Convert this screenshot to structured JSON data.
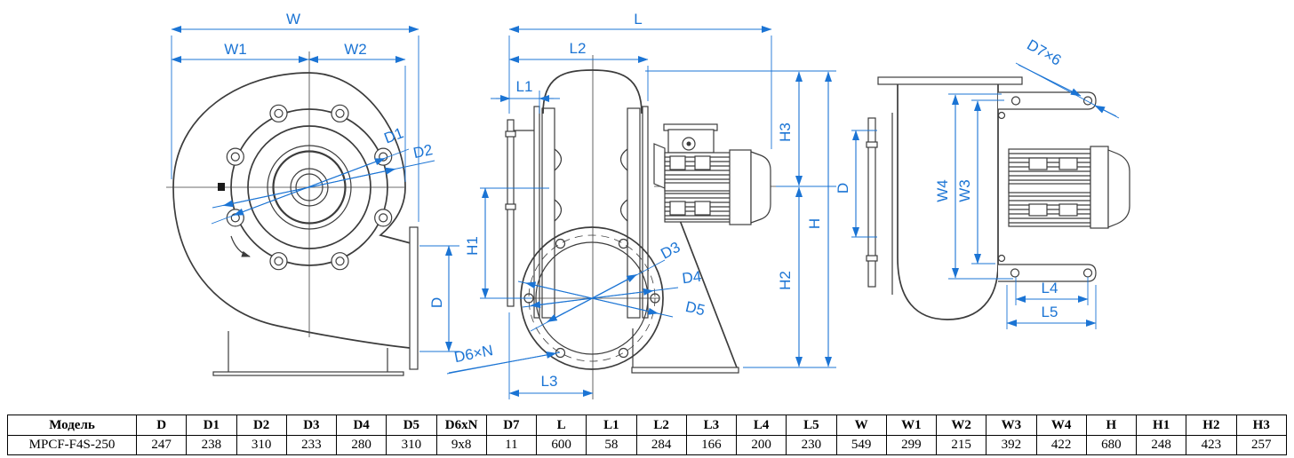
{
  "dim_labels": {
    "front": {
      "w": "W",
      "w1": "W1",
      "w2": "W2",
      "d1": "D1",
      "d2": "D2",
      "d": "D"
    },
    "side": {
      "l": "L",
      "l1": "L1",
      "l2": "L2",
      "l3": "L3",
      "h": "H",
      "h1": "H1",
      "h2": "H2",
      "h3": "H3",
      "d3": "D3",
      "d4": "D4",
      "d5": "D5",
      "d6n": "D6×N"
    },
    "rear": {
      "d7": "D7×6",
      "w3": "W3",
      "w4": "W4",
      "d": "D",
      "l4": "L4",
      "l5": "L5"
    }
  },
  "table": {
    "headers": [
      "Модель",
      "D",
      "D1",
      "D2",
      "D3",
      "D4",
      "D5",
      "D6xN",
      "D7",
      "L",
      "L1",
      "L2",
      "L3",
      "L4",
      "L5",
      "W",
      "W1",
      "W2",
      "W3",
      "W4",
      "H",
      "H1",
      "H2",
      "H3"
    ],
    "row": [
      "MPCF-F4S-250",
      "247",
      "238",
      "310",
      "233",
      "280",
      "310",
      "9x8",
      "11",
      "600",
      "58",
      "284",
      "166",
      "200",
      "230",
      "549",
      "299",
      "215",
      "392",
      "422",
      "680",
      "248",
      "423",
      "257"
    ]
  },
  "colors": {
    "dimension_blue": "#1b74d4",
    "drawing_line": "#3c3c3c"
  }
}
